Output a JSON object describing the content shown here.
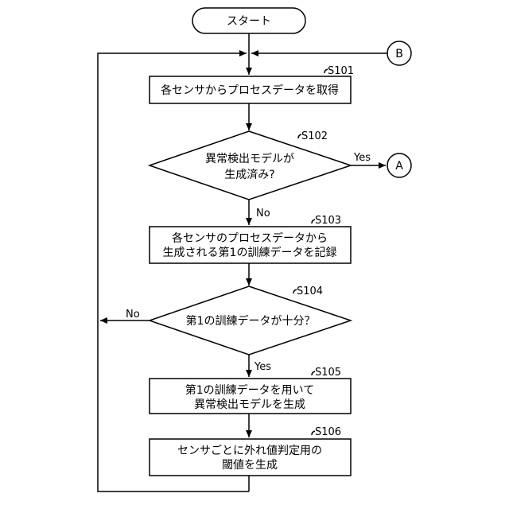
{
  "start": {
    "label": "スタート"
  },
  "connectors": {
    "a": "A",
    "b": "B"
  },
  "steps": [
    {
      "id": "S101",
      "lines": [
        "各センサからプロセスデータを取得"
      ]
    },
    {
      "id": "S102",
      "lines": [
        "異常検出モデルが",
        "生成済み?"
      ]
    },
    {
      "id": "S103",
      "lines": [
        "各センサのプロセスデータから",
        "生成される第1の訓練データを記録"
      ]
    },
    {
      "id": "S104",
      "lines": [
        "第1の訓練データが十分？"
      ]
    },
    {
      "id": "S105",
      "lines": [
        "第1の訓練データを用いて",
        "異常検出モデルを生成"
      ]
    },
    {
      "id": "S106",
      "lines": [
        "センサごとに外れ値判定用の",
        "閾値を生成"
      ]
    }
  ],
  "edges": {
    "s102_yes": "Yes",
    "s102_no": "No",
    "s104_no": "No",
    "s104_yes": "Yes"
  }
}
